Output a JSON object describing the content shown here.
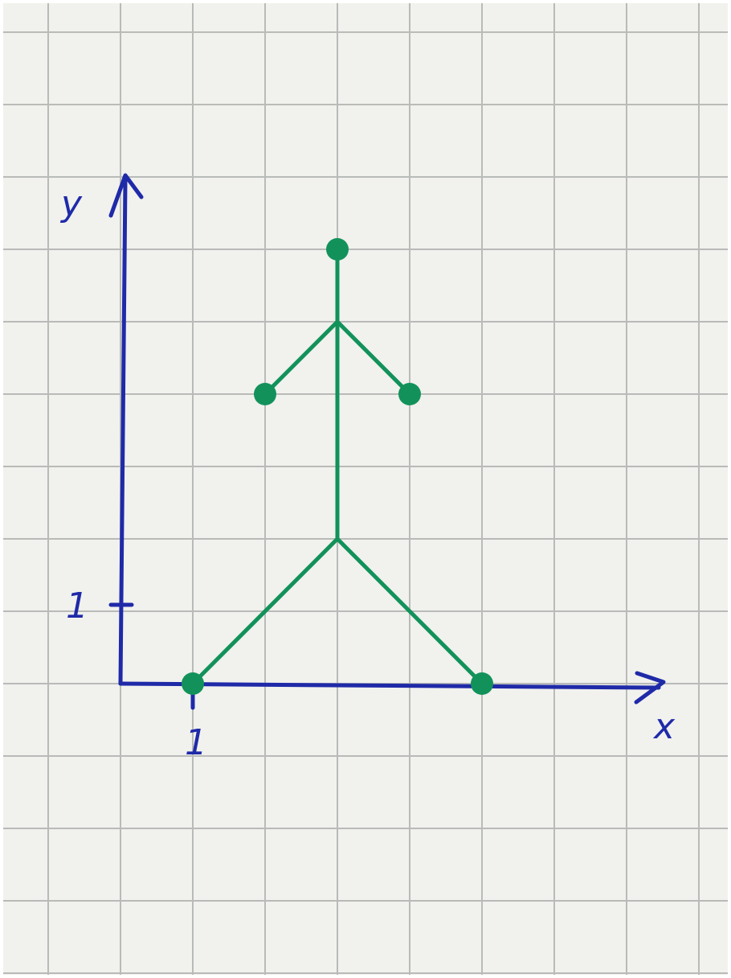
{
  "axes": {
    "x_label": "x",
    "y_label": "y",
    "x_tick_label": "1",
    "y_tick_label": "1"
  },
  "figure": {
    "points": [
      {
        "x": 1,
        "y": 0
      },
      {
        "x": 5,
        "y": 0
      },
      {
        "x": 3,
        "y": 2
      },
      {
        "x": 3,
        "y": 5
      },
      {
        "x": 2,
        "y": 4
      },
      {
        "x": 4,
        "y": 4
      },
      {
        "x": 3,
        "y": 6
      }
    ],
    "segments": [
      [
        0,
        2
      ],
      [
        1,
        2
      ],
      [
        2,
        3
      ],
      [
        3,
        4
      ],
      [
        3,
        5
      ],
      [
        3,
        6
      ]
    ],
    "dot_points": [
      0,
      1,
      4,
      5,
      6
    ]
  },
  "colors": {
    "paper": "#f1f1ee",
    "grid": "#b9bbb8",
    "axis_ink": "#1f2aa8",
    "figure_ink": "#12925a"
  }
}
